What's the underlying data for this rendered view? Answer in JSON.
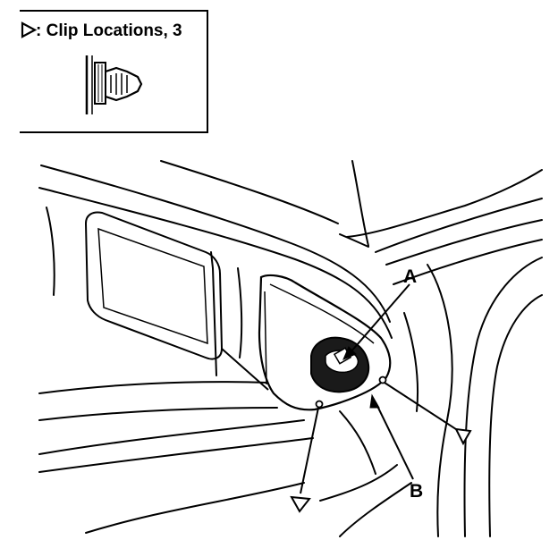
{
  "legend": {
    "symbol_icon": "open-triangle-icon",
    "text": ": Clip Locations, 3",
    "clip_icon": "clip-cross-section-icon"
  },
  "callouts": {
    "a": "A",
    "b": "B"
  },
  "colors": {
    "ink": "#000000",
    "paper": "#ffffff",
    "shade": "#1a1a1a"
  }
}
